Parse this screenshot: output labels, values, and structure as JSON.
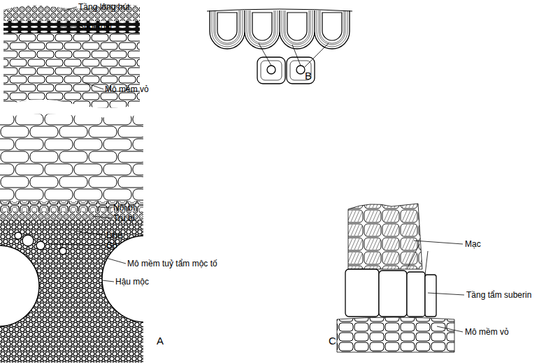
{
  "diagram": {
    "labels": [
      "Tầng lông hút",
      "Suberoid",
      "Mô mềm vỏ",
      "Nội bì",
      "Trụ bì",
      "Libe",
      "Gỗ",
      "Mô mềm tuỷ tẩm mộc tố",
      "Hậu mộc",
      "A",
      "B",
      "C",
      "Mạc",
      "Tầng tẩm suberin",
      "Mô mềm vỏ"
    ]
  }
}
